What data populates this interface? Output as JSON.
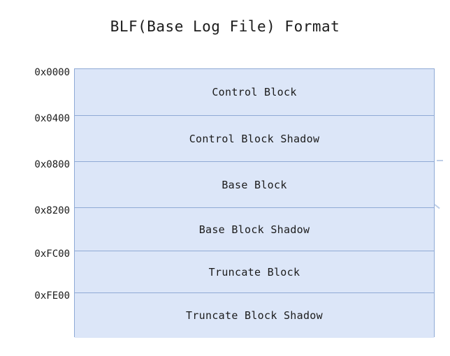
{
  "figure": {
    "title": "BLF(Base Log File) Format",
    "background_color": "#ffffff",
    "block_fill_color": "#dce6f8",
    "block_border_color": "#8faad5",
    "text_color": "#1b1b1b"
  },
  "offsets": [
    {
      "label": "0x0000"
    },
    {
      "label": "0x0400"
    },
    {
      "label": "0x0800"
    },
    {
      "label": "0x8200"
    },
    {
      "label": "0xFC00"
    },
    {
      "label": "0xFE00"
    }
  ],
  "blocks": [
    {
      "label": "Control Block",
      "start_offset": "0x0000"
    },
    {
      "label": "Control Block Shadow",
      "start_offset": "0x0400"
    },
    {
      "label": "Base Block",
      "start_offset": "0x0800"
    },
    {
      "label": "Base Block Shadow",
      "start_offset": "0x8200"
    },
    {
      "label": "Truncate Block",
      "start_offset": "0xFC00"
    },
    {
      "label": "Truncate Block Shadow",
      "start_offset": "0xFE00"
    }
  ]
}
